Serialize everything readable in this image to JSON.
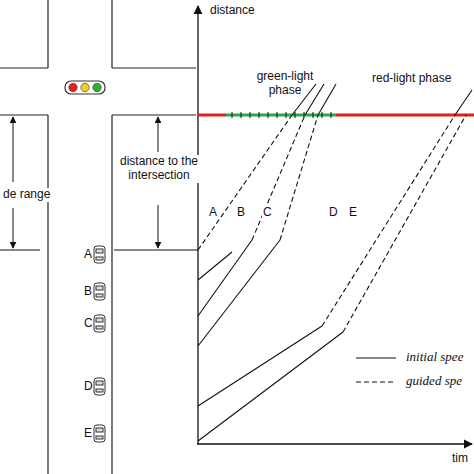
{
  "diagram": {
    "labels": [
      "distance",
      "green-light phase",
      "red-light phase",
      "de range",
      "distance to the intersection",
      "A",
      "B",
      "C",
      "D",
      "E",
      "A",
      "B",
      "C",
      "D",
      "E",
      "tim"
    ],
    "legend": [
      {
        "text": "initial spee"
      },
      {
        "text": "guided spe"
      }
    ]
  }
}
